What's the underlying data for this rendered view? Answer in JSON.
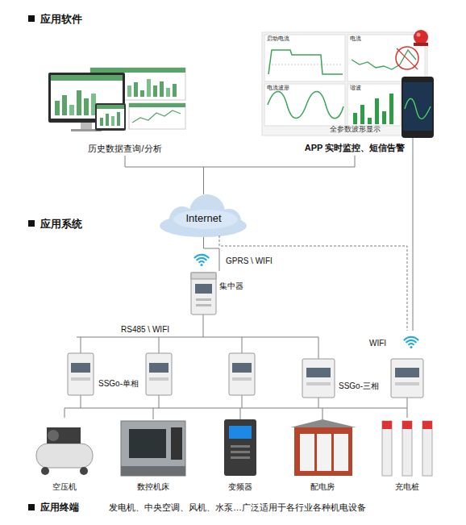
{
  "diagram": {
    "nodes": [
      {
        "text": [
          "历史数据查询/分析"
        ]
      },
      {
        "text": [
          "全参数波形显示",
          "APP 实时监控、短信告警"
        ]
      },
      {
        "text": [
          "Internet"
        ]
      },
      {
        "text": [
          "集中器"
        ]
      },
      {
        "text": [
          "空压机"
        ]
      },
      {
        "text": [
          "数控机床"
        ]
      },
      {
        "text": [
          "变频器"
        ]
      },
      {
        "text": [
          "配电房"
        ]
      },
      {
        "text": [
          "充电桩"
        ]
      }
    ],
    "edges": [
      {
        "from": 0,
        "to": 2,
        "arrow": "none"
      },
      {
        "from": 1,
        "to": 2,
        "arrow": "none"
      },
      {
        "from": 2,
        "to": 3,
        "arrow": "none"
      }
    ],
    "labels": [
      "应用软件",
      "启动电流",
      "电流",
      "电流波形",
      "谐波",
      "应用系统",
      "GPRS \\ WIFI",
      "RS485 \\ WIFI",
      "WIFI",
      "SSGo-单相",
      "SSGo-三相",
      "应用终端",
      "发电机、中央空调、风机、水泵…广泛适用于各行业各种机电设备"
    ]
  }
}
